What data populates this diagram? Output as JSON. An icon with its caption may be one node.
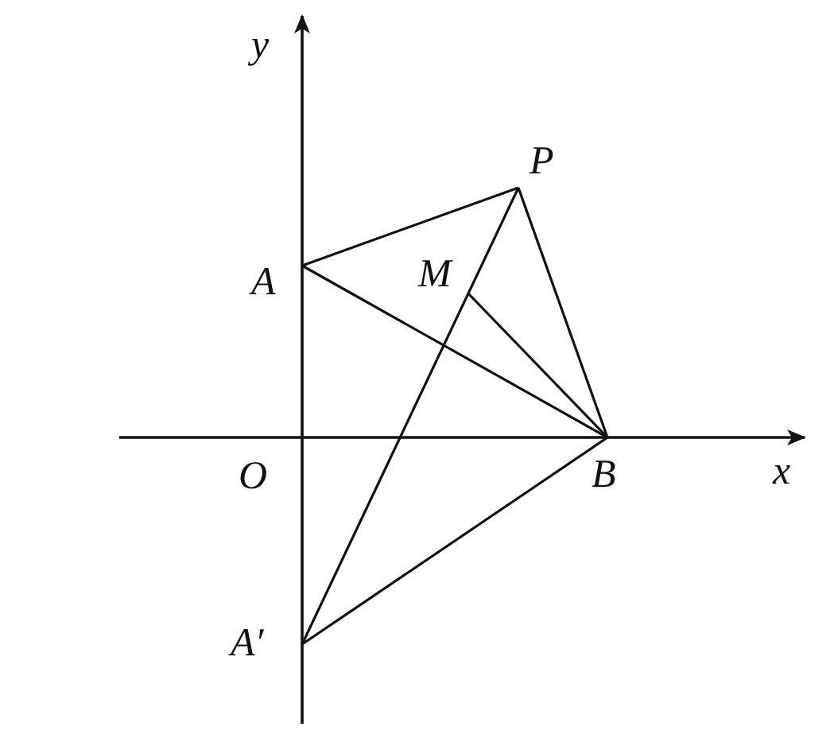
{
  "diagram": {
    "nodes": [
      {
        "text": [
          "P"
        ]
      },
      {
        "text": [
          "A"
        ]
      },
      {
        "text": [
          "M"
        ]
      },
      {
        "text": [
          "B"
        ]
      },
      {
        "text": [
          "A′"
        ]
      }
    ],
    "edges": [
      {
        "from": 1,
        "to": 0,
        "arrow": "none"
      },
      {
        "from": 0,
        "to": 3,
        "arrow": "none"
      },
      {
        "from": 1,
        "to": 3,
        "arrow": "none"
      },
      {
        "from": 4,
        "to": 0,
        "arrow": "none"
      },
      {
        "from": 2,
        "to": 3,
        "arrow": "none"
      },
      {
        "from": 4,
        "to": 3,
        "arrow": "none"
      }
    ],
    "labels": [
      "y",
      "O",
      "x"
    ]
  }
}
